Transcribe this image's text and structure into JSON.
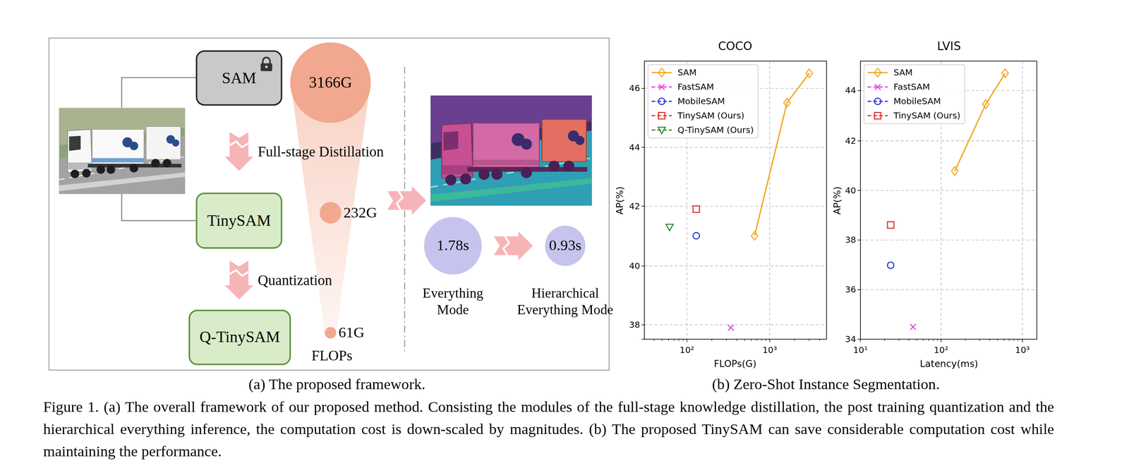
{
  "diagram": {
    "caption": "Figure 1. (a) The overall framework of our proposed method. Consisting the modules of the full-stage knowledge distillation, the post training quantization and the hierarchical everything inference, the computation cost is down-scaled by magnitudes. (b) The proposed TinySAM can save considerable computation cost while maintaining the performance.",
    "nodes": [
      {
        "text": [
          "SAM"
        ]
      },
      {
        "text": [
          "TinySAM"
        ]
      },
      {
        "text": [
          "Q-TinySAM"
        ]
      },
      {
        "text": [
          "3166G"
        ]
      },
      {
        "text": [
          "232G"
        ]
      },
      {
        "text": [
          "61G"
        ]
      },
      {
        "text": [
          "1.78s",
          "Everything Mode"
        ]
      },
      {
        "text": [
          "0.93s",
          "Hierarchical Everything Mode"
        ]
      }
    ],
    "edges": [
      {
        "from": 0,
        "to": 1,
        "arrow": "to",
        "label": "Full-stage Distillation"
      },
      {
        "from": 1,
        "to": 2,
        "arrow": "to",
        "label": "Quantization"
      },
      {
        "from": 6,
        "to": 7,
        "arrow": "to"
      }
    ],
    "labels": [
      "FLOPs",
      "(a) The proposed framework.",
      "COCO",
      "LVIS",
      "46",
      "44",
      "42",
      "40",
      "38",
      "10²",
      "10³",
      "AP(%)",
      "FLOPs(G)",
      "44",
      "42",
      "40",
      "38",
      "36",
      "34",
      "10¹",
      "10²",
      "10³",
      "AP(%)",
      "Latency(ms)",
      "(b) Zero-Shot Instance Segmentation."
    ],
    "legend": [
      {
        "text": "SAM"
      },
      {
        "text": "FastSAM"
      },
      {
        "text": "MobileSAM"
      },
      {
        "text": "TinySAM (Ours)"
      },
      {
        "text": "Q-TinySAM (Ours)"
      },
      {
        "text": "SAM"
      },
      {
        "text": "FastSAM"
      },
      {
        "text": "MobileSAM"
      },
      {
        "text": "TinySAM (Ours)"
      }
    ]
  }
}
